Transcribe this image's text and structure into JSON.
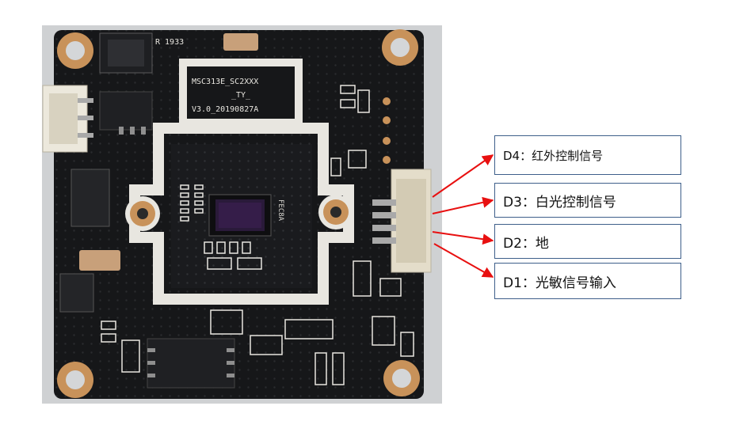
{
  "board": {
    "silkscreen_top": "R 1933",
    "silkscreen_main": "MSC313E_SC2XXX",
    "silkscreen_sub": "_TY_",
    "silkscreen_version": "V3.0_20190827A",
    "chip_mark": "FEC8A"
  },
  "labels": [
    {
      "id": "d4",
      "text": "D4：红外控制信号"
    },
    {
      "id": "d3",
      "text": "D3：白光控制信号"
    },
    {
      "id": "d2",
      "text": "D2：地"
    },
    {
      "id": "d1",
      "text": "D1：光敏信号输入"
    }
  ],
  "colors": {
    "pcb": "#161719",
    "silk": "#e8e6e0",
    "pad": "#c8925a",
    "arrow": "#e81010",
    "box_border": "#3e5f8a"
  }
}
